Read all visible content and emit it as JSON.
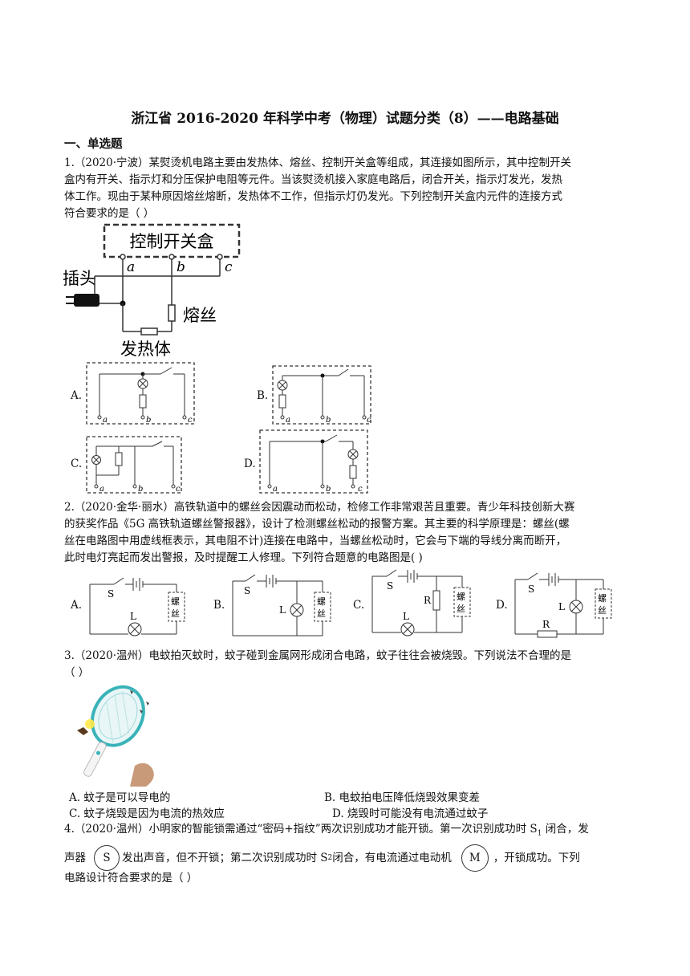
{
  "title": "浙江省 2016-2020 年科学中考（物理）试题分类（8）——电路基础",
  "section": "一、单选题",
  "q1": {
    "lines": [
      "1.（2020·宁波）某熨烫机电路主要由发热体、熔丝、控制开关盒等组成，其连接如图所示，其中控制开关",
      "盒内有开关、指示灯和分压保护电阻等元件。当该熨烫机接入家庭电路后，闭合开关，指示灯发光，发热",
      "体工作。现由于某种原因熔丝熔断，发热体不工作，但指示灯仍发光。下列控制开关盒内元件的连接方式",
      "符合要求的是（    ）"
    ],
    "fig": {
      "box": "控制开关盒",
      "plug": "插头",
      "fuse": "熔丝",
      "heater": "发热体",
      "a": "a",
      "b": "b",
      "c": "c"
    },
    "options": [
      "A.",
      "B.",
      "C.",
      "D."
    ]
  },
  "q2": {
    "lines": [
      "2.（2020·金华·丽水）高铁轨道中的螺丝会因震动而松动，检修工作非常艰苦且重要。青少年科技创新大赛",
      "的获奖作品《5G 高铁轨道螺丝警报器》，设计了检测螺丝松动的报警方案。其主要的科学原理是：螺丝(螺",
      "丝在电路图中用虚线框表示，其电阻不计)连接在电路中，当螺丝松动时，它会与下端的导线分离而断开，",
      "此时电灯亮起而发出警报，及时提醒工人修理。下列符合题意的电路图是(      )"
    ],
    "labels": {
      "s": "S",
      "l": "L",
      "r": "R",
      "screw1": "螺",
      "screw2": "丝"
    },
    "options": [
      "A.",
      "B.",
      "C.",
      "D."
    ]
  },
  "q3": {
    "lines": [
      "3.（2020·温州）电蚊拍灭蚊时，蚊子碰到金属网形成闭合电路，蚊子往往会被烧毁。下列说法不合理的是",
      "（      ）"
    ],
    "options": {
      "a": "A. 蚊子是可以导电的",
      "b": "B. 电蚊拍电压降低烧毁效果变差",
      "c": "C. 蚊子烧毁是因为电流的热效应",
      "d": "D. 烧毁时可能没有电流通过蚊子"
    }
  },
  "q4": {
    "line1": "4.（2020·温州）小明家的智能锁需通过“密码+指纹”两次识别成功才能开锁。第一次识别成功时 S",
    "sub1": "1",
    "line1_end": " 闭合，发",
    "line2_a": "声器",
    "sym_s": "S",
    "line2_b": "发出声音，但不开锁；第二次识别成功时 S",
    "sub2": "2",
    "line2_c": " 闭合，有电流通过电动机",
    "sym_m": "M",
    "line2_d": "，开锁成功。下列",
    "line3": "电路设计符合要求的是（      ）"
  }
}
